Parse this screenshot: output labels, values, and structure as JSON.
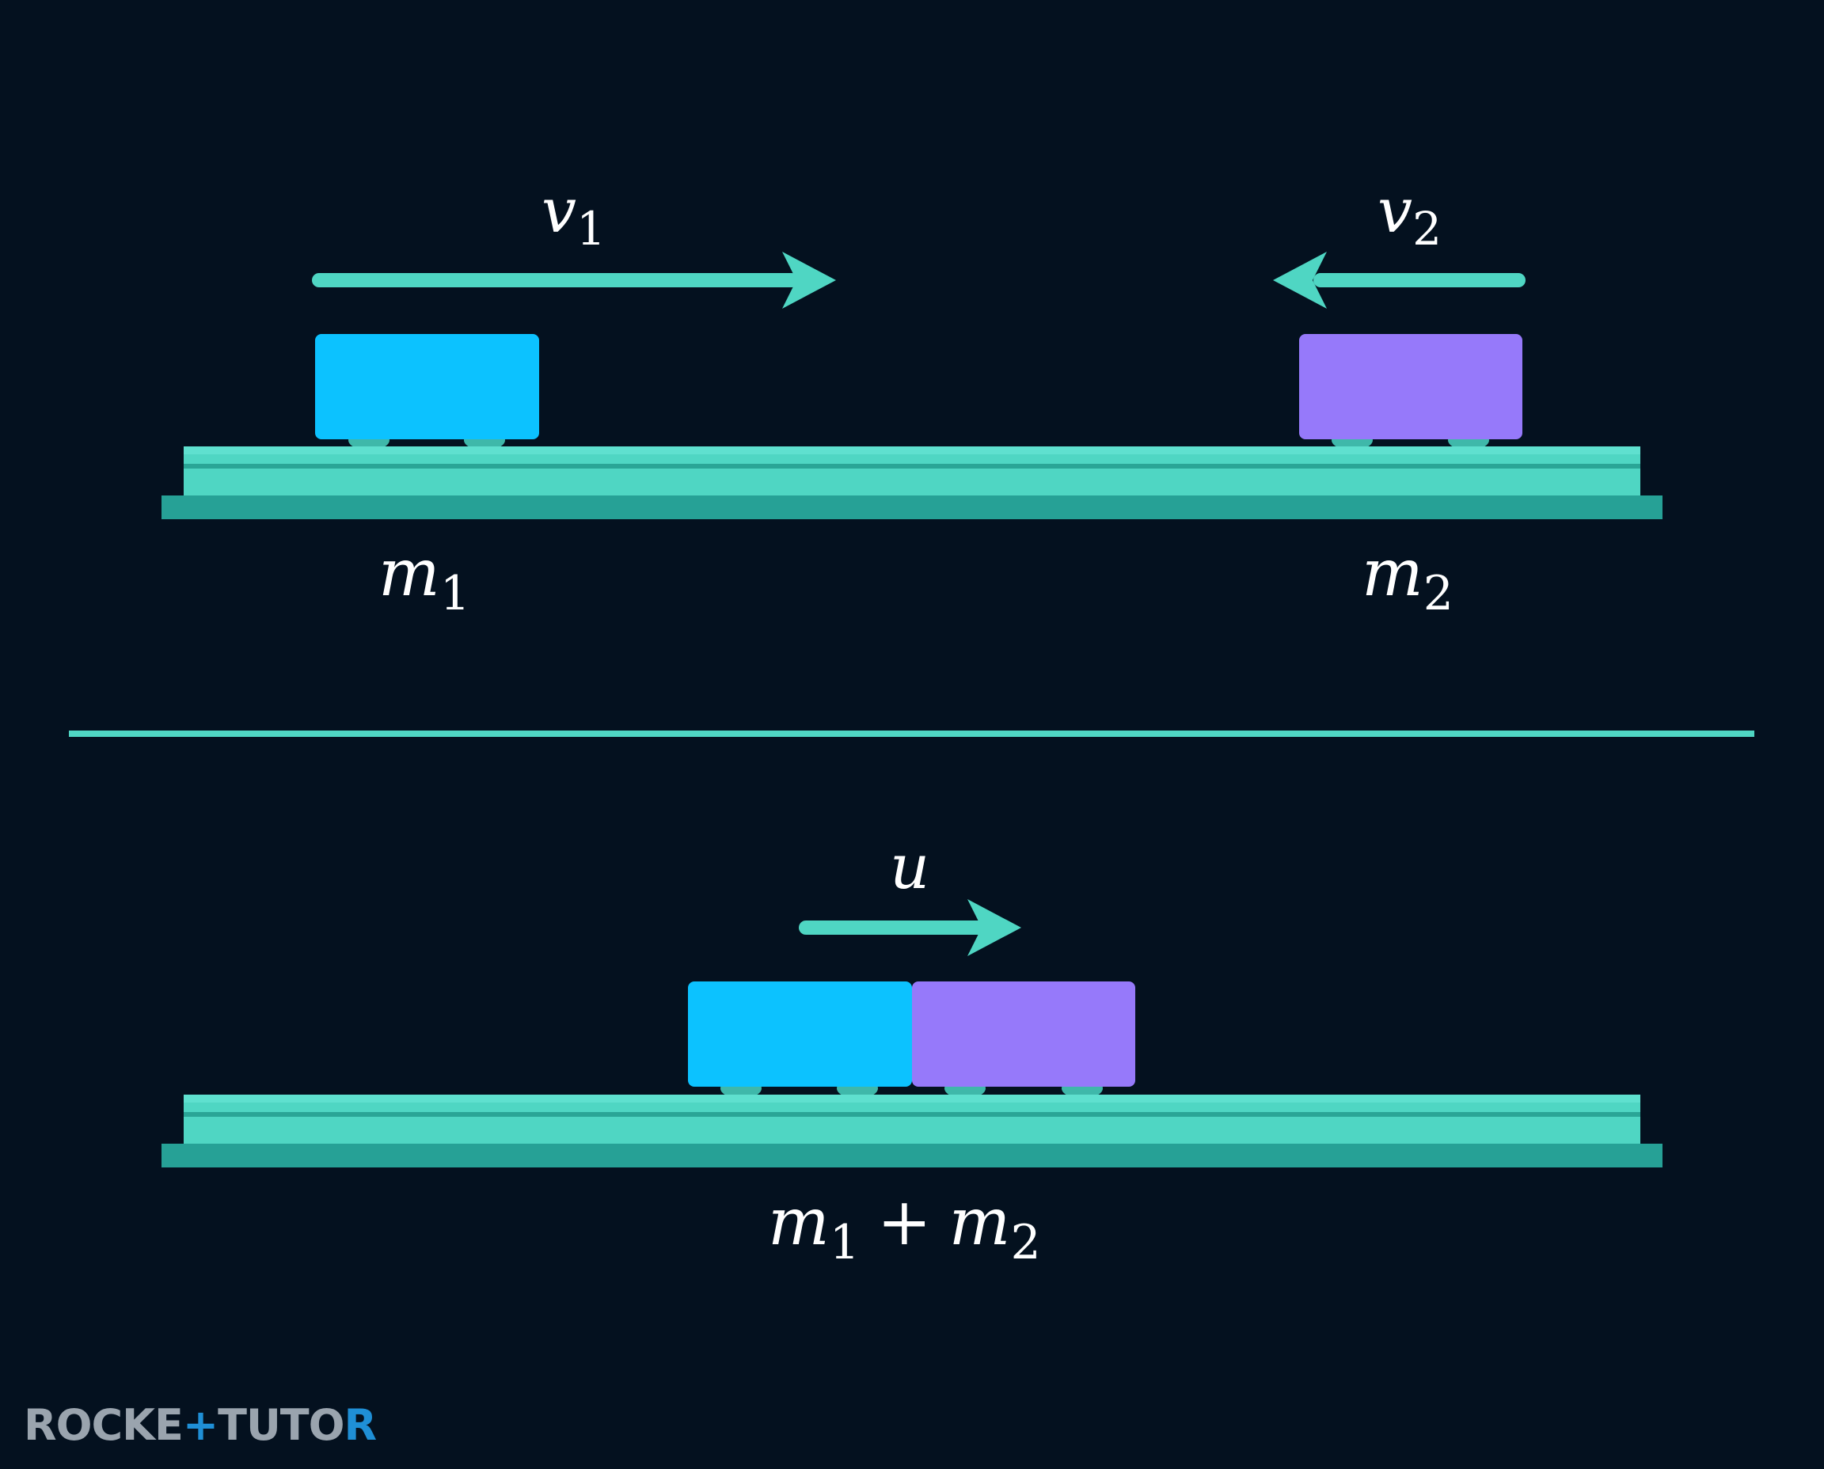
{
  "labels": {
    "v1": {
      "var": "v",
      "sub": "1"
    },
    "v2": {
      "var": "v",
      "sub": "2"
    },
    "m1": {
      "var": "m",
      "sub": "1"
    },
    "m2": {
      "var": "m",
      "sub": "2"
    },
    "u": {
      "var": "u"
    },
    "combined": {
      "var1": "m",
      "sub1": "1",
      "op": "+",
      "var2": "m",
      "sub2": "2"
    }
  },
  "brand": {
    "part1": "ROCKE",
    "mark": "+",
    "part2": "TUTO",
    "last": "R"
  },
  "colors": {
    "background": "#04111f",
    "track": "#4fd6c3",
    "track_base": "#26a196",
    "arrow": "#4fd6c3",
    "block_m1": "#0cc2ff",
    "block_m2": "#9679fa",
    "divider": "#4fd6c3"
  }
}
